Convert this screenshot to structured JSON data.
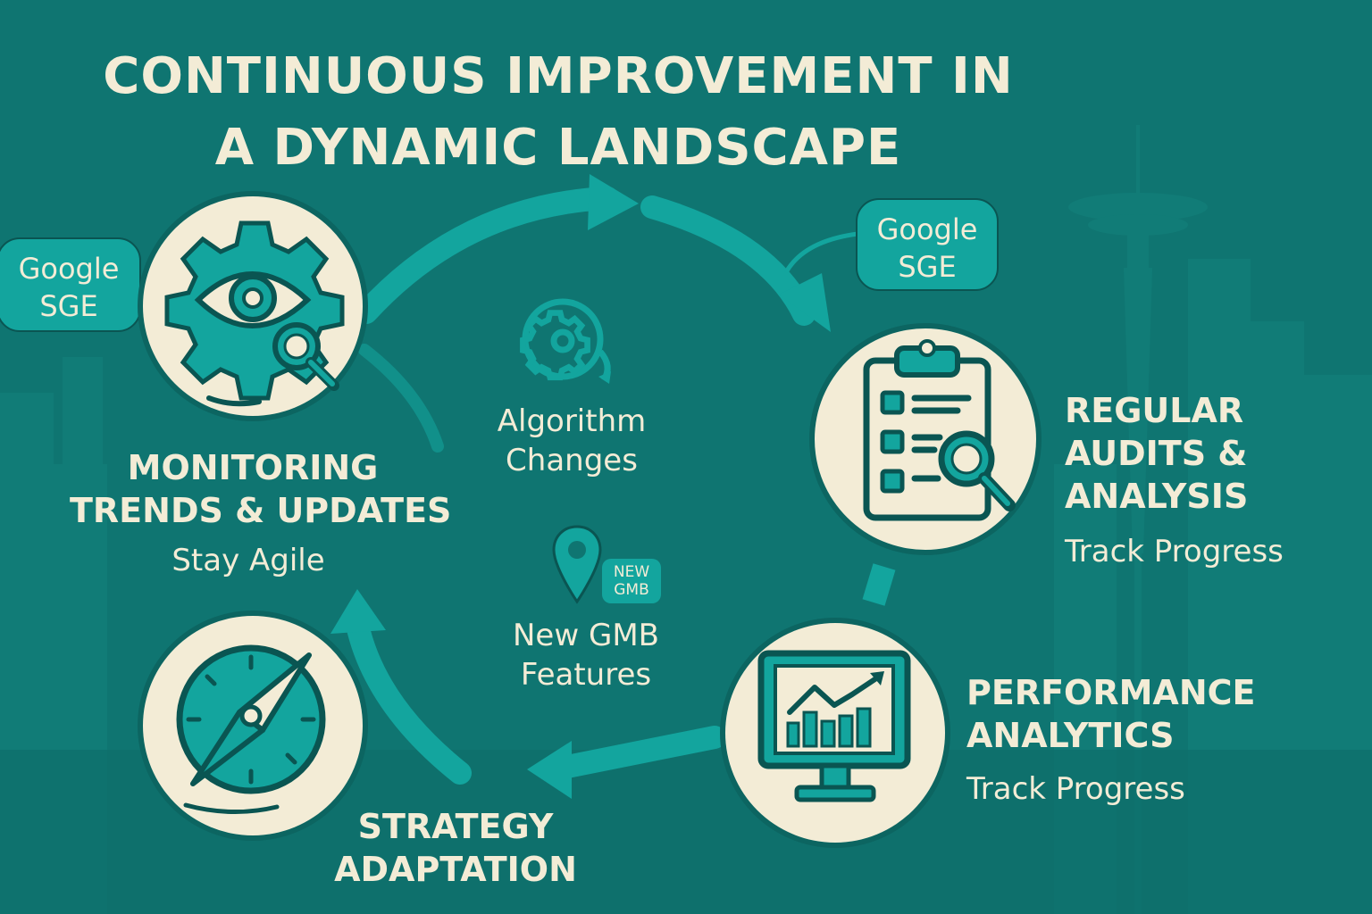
{
  "title": {
    "line1": "CONTINUOUS IMPROVEMENT IN",
    "line2": "A DYNAMIC LANDSCAPE"
  },
  "colors": {
    "background": "#0f7571",
    "accent": "#13a59e",
    "cream": "#f3ecd6",
    "dark_teal": "#0c6561"
  },
  "badges": {
    "left": {
      "line1": "Google",
      "line2": "SGE"
    },
    "right": {
      "line1": "Google",
      "line2": "SGE"
    }
  },
  "stages": {
    "monitoring": {
      "heading1": "MONITORING",
      "heading2": "TRENDS & UPDATES",
      "sub": "Stay Agile",
      "icon": "gear-eye-magnifier-icon"
    },
    "audits": {
      "heading1": "REGULAR",
      "heading2": "AUDITS &",
      "heading3": "ANALYSIS",
      "sub": "Track Progress",
      "icon": "clipboard-checklist-icon"
    },
    "performance": {
      "heading1": "PERFORMANCE",
      "heading2": "ANALYTICS",
      "sub": "Track Progress",
      "icon": "monitor-chart-icon"
    },
    "strategy": {
      "heading1": "STRATEGY",
      "heading2": "ADAPTATION",
      "icon": "compass-icon"
    }
  },
  "center": {
    "algorithm": {
      "line1": "Algorithm",
      "line2": "Changes",
      "icon": "gear-cycle-icon"
    },
    "gmb": {
      "line1": "New GMB",
      "line2": "Features",
      "badge1": "NEW",
      "badge2": "GMB",
      "icon": "map-pin-icon"
    }
  }
}
